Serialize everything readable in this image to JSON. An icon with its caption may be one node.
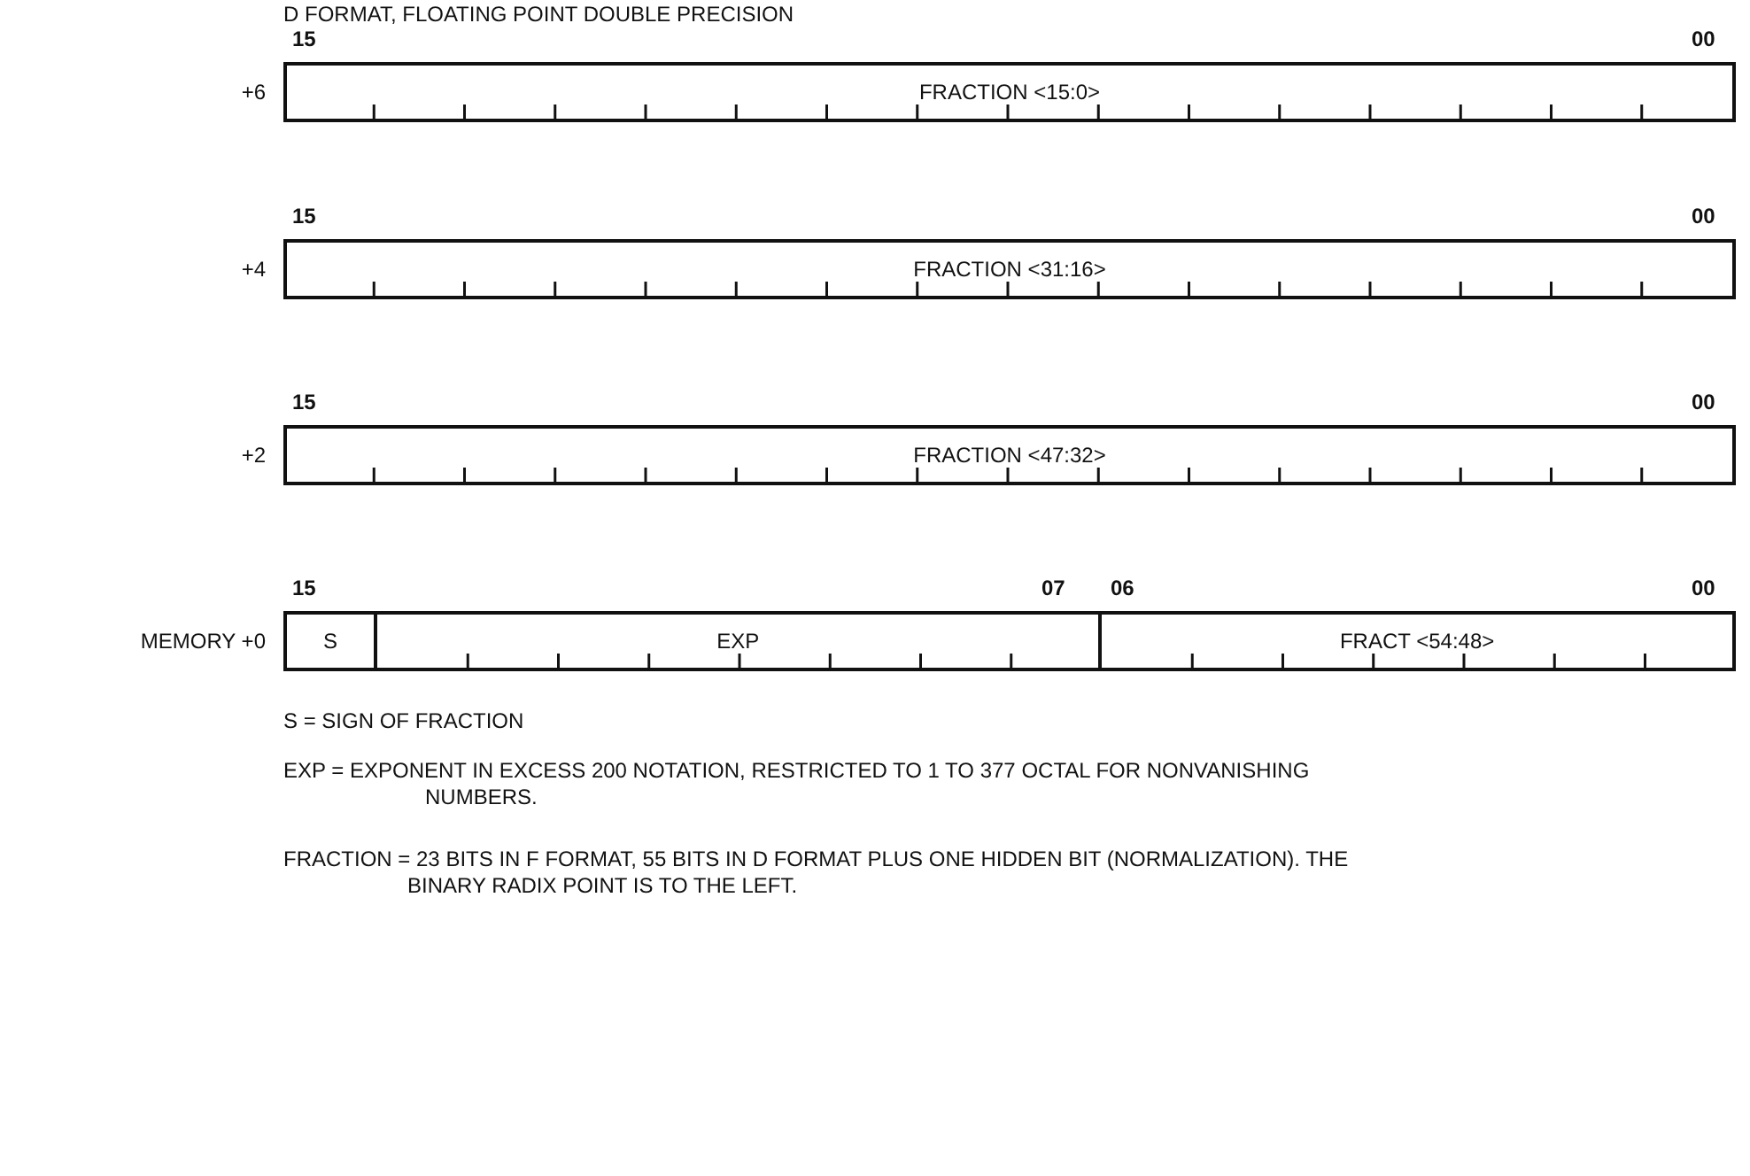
{
  "diagram": {
    "title": "D FORMAT, FLOATING POINT DOUBLE PRECISION",
    "nodes": [
      {
        "text": [
          "FRACTION <15:0>"
        ]
      },
      {
        "text": [
          "FRACTION <31:16>"
        ]
      },
      {
        "text": [
          "FRACTION <47:32>"
        ]
      },
      {
        "text": [
          "S"
        ]
      },
      {
        "text": [
          "EXP"
        ]
      },
      {
        "text": [
          "FRACT <54:48>"
        ]
      }
    ],
    "labels": [
      "15",
      "00",
      "+6",
      "15",
      "00",
      "+4",
      "15",
      "00",
      "+2",
      "15",
      "07",
      "06",
      "00",
      "MEMORY +0",
      "S = SIGN OF FRACTION",
      "EXP = EXPONENT IN EXCESS 200 NOTATION, RESTRICTED TO 1 TO 377 OCTAL FOR NONVANISHING NUMBERS.",
      "FRACTION = 23 BITS IN F FORMAT, 55 BITS IN D FORMAT PLUS ONE HIDDEN BIT (NORMALIZATION). THE BINARY RADIX POINT IS TO THE LEFT."
    ]
  }
}
